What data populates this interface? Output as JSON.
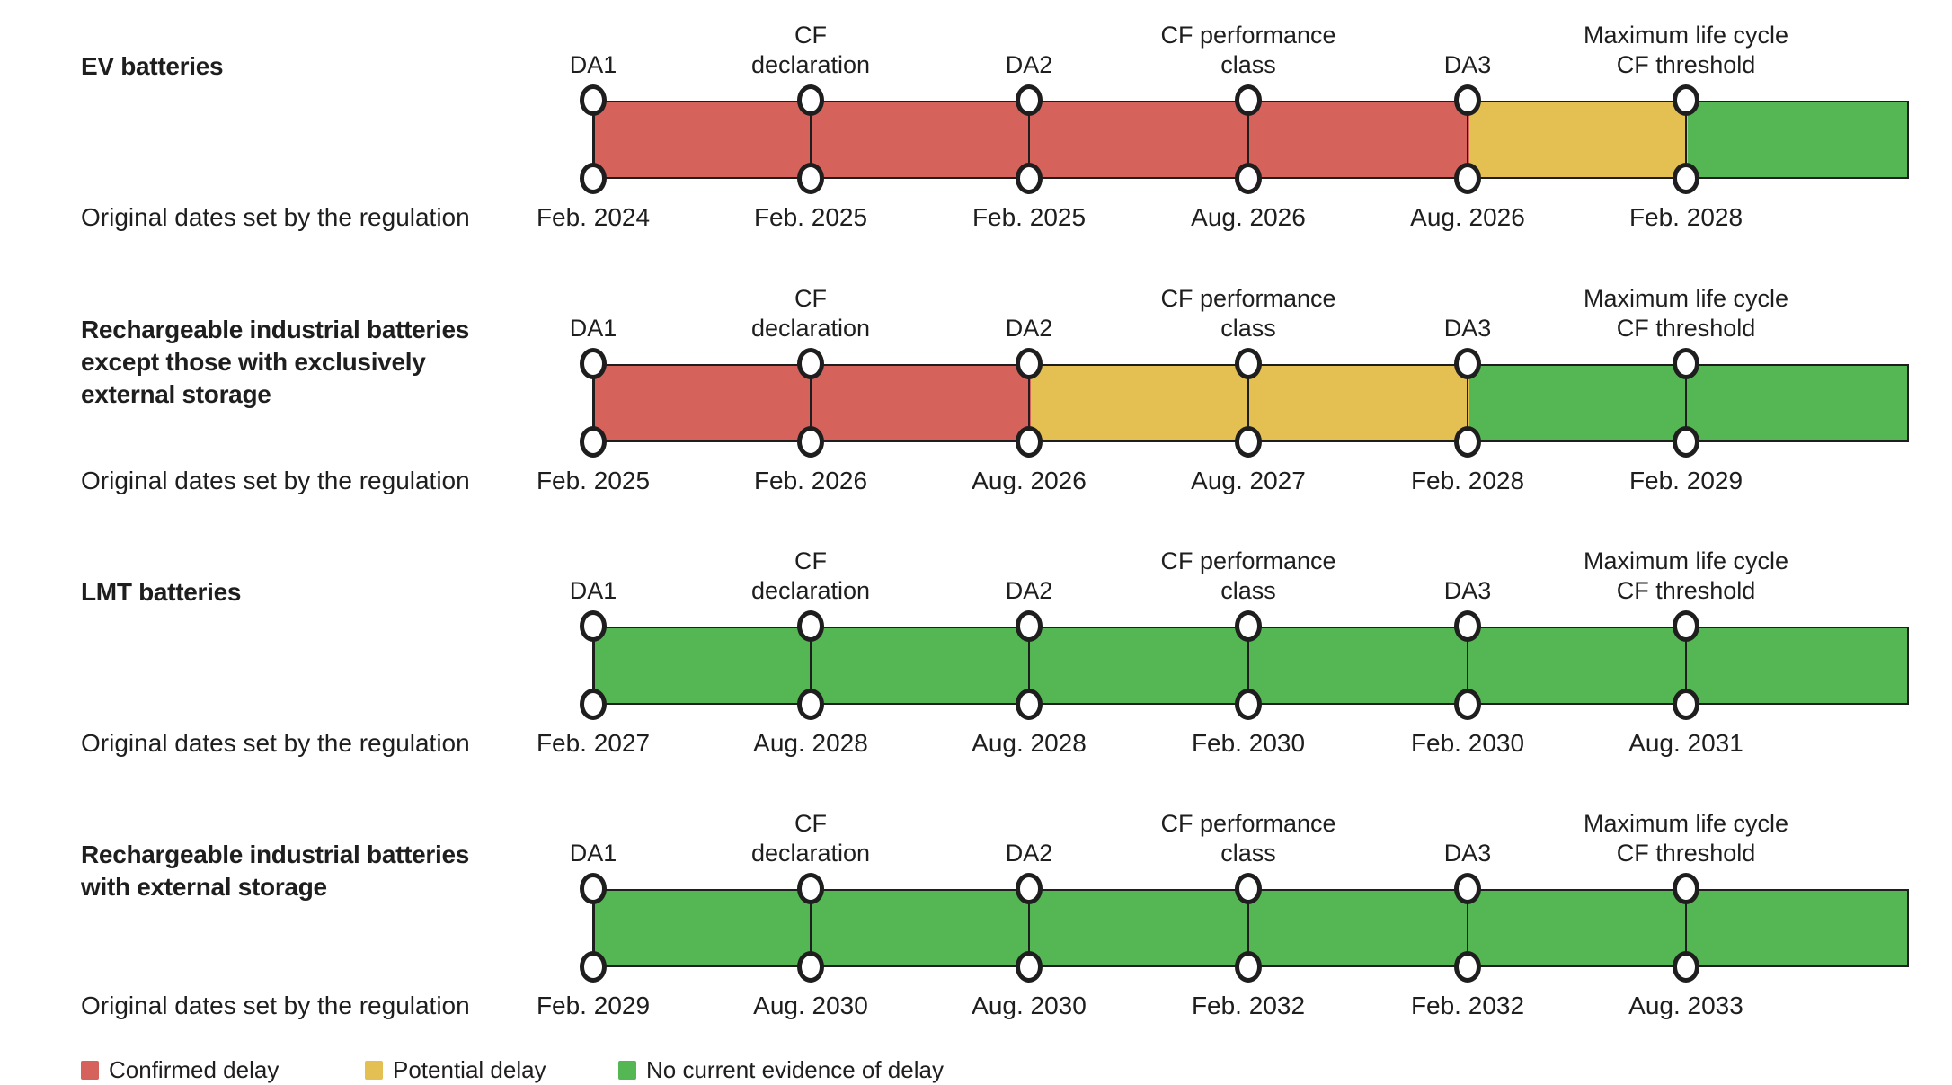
{
  "colors": {
    "confirmed": "#D5635C",
    "potential": "#E4C053",
    "none": "#55B654",
    "ink": "#1E1E1E",
    "background": "#FFFFFF"
  },
  "chart_data": {
    "type": "table",
    "title": "",
    "axis_label": "Original dates set by the regulation",
    "columns": [
      {
        "label": "DA1"
      },
      {
        "label": "CF\ndeclaration"
      },
      {
        "label": "DA2"
      },
      {
        "label": "CF performance\nclass"
      },
      {
        "label": "DA3"
      },
      {
        "label": "Maximum life cycle\nCF threshold"
      }
    ],
    "rows": [
      {
        "title": "EV batteries",
        "dates": [
          "Feb. 2024",
          "Feb. 2025",
          "Feb. 2025",
          "Aug. 2026",
          "Aug. 2026",
          "Feb. 2028"
        ],
        "segments": [
          "confirmed",
          "confirmed",
          "confirmed",
          "confirmed",
          "potential",
          "none"
        ]
      },
      {
        "title": "Rechargeable  industrial batteries\nexcept those with exclusively\nexternal storage",
        "dates": [
          "Feb. 2025",
          "Feb. 2026",
          "Aug. 2026",
          "Aug. 2027",
          "Feb. 2028",
          "Feb. 2029"
        ],
        "segments": [
          "confirmed",
          "confirmed",
          "potential",
          "potential",
          "none",
          "none"
        ]
      },
      {
        "title": "LMT batteries",
        "dates": [
          "Feb. 2027",
          "Aug. 2028",
          "Aug. 2028",
          "Feb. 2030",
          "Feb. 2030",
          "Aug. 2031"
        ],
        "segments": [
          "none",
          "none",
          "none",
          "none",
          "none",
          "none"
        ]
      },
      {
        "title": "Rechargeable  industrial batteries\nwith external storage",
        "dates": [
          "Feb. 2029",
          "Aug. 2030",
          "Aug. 2030",
          "Feb. 2032",
          "Feb. 2032",
          "Aug. 2033"
        ],
        "segments": [
          "none",
          "none",
          "none",
          "none",
          "none",
          "none"
        ]
      }
    ],
    "legend": {
      "position": "bottom-left",
      "items": [
        {
          "label": "Confirmed delay",
          "key": "confirmed"
        },
        {
          "label": "Potential delay",
          "key": "potential"
        },
        {
          "label": "No current evidence of delay",
          "key": "none"
        }
      ]
    }
  }
}
